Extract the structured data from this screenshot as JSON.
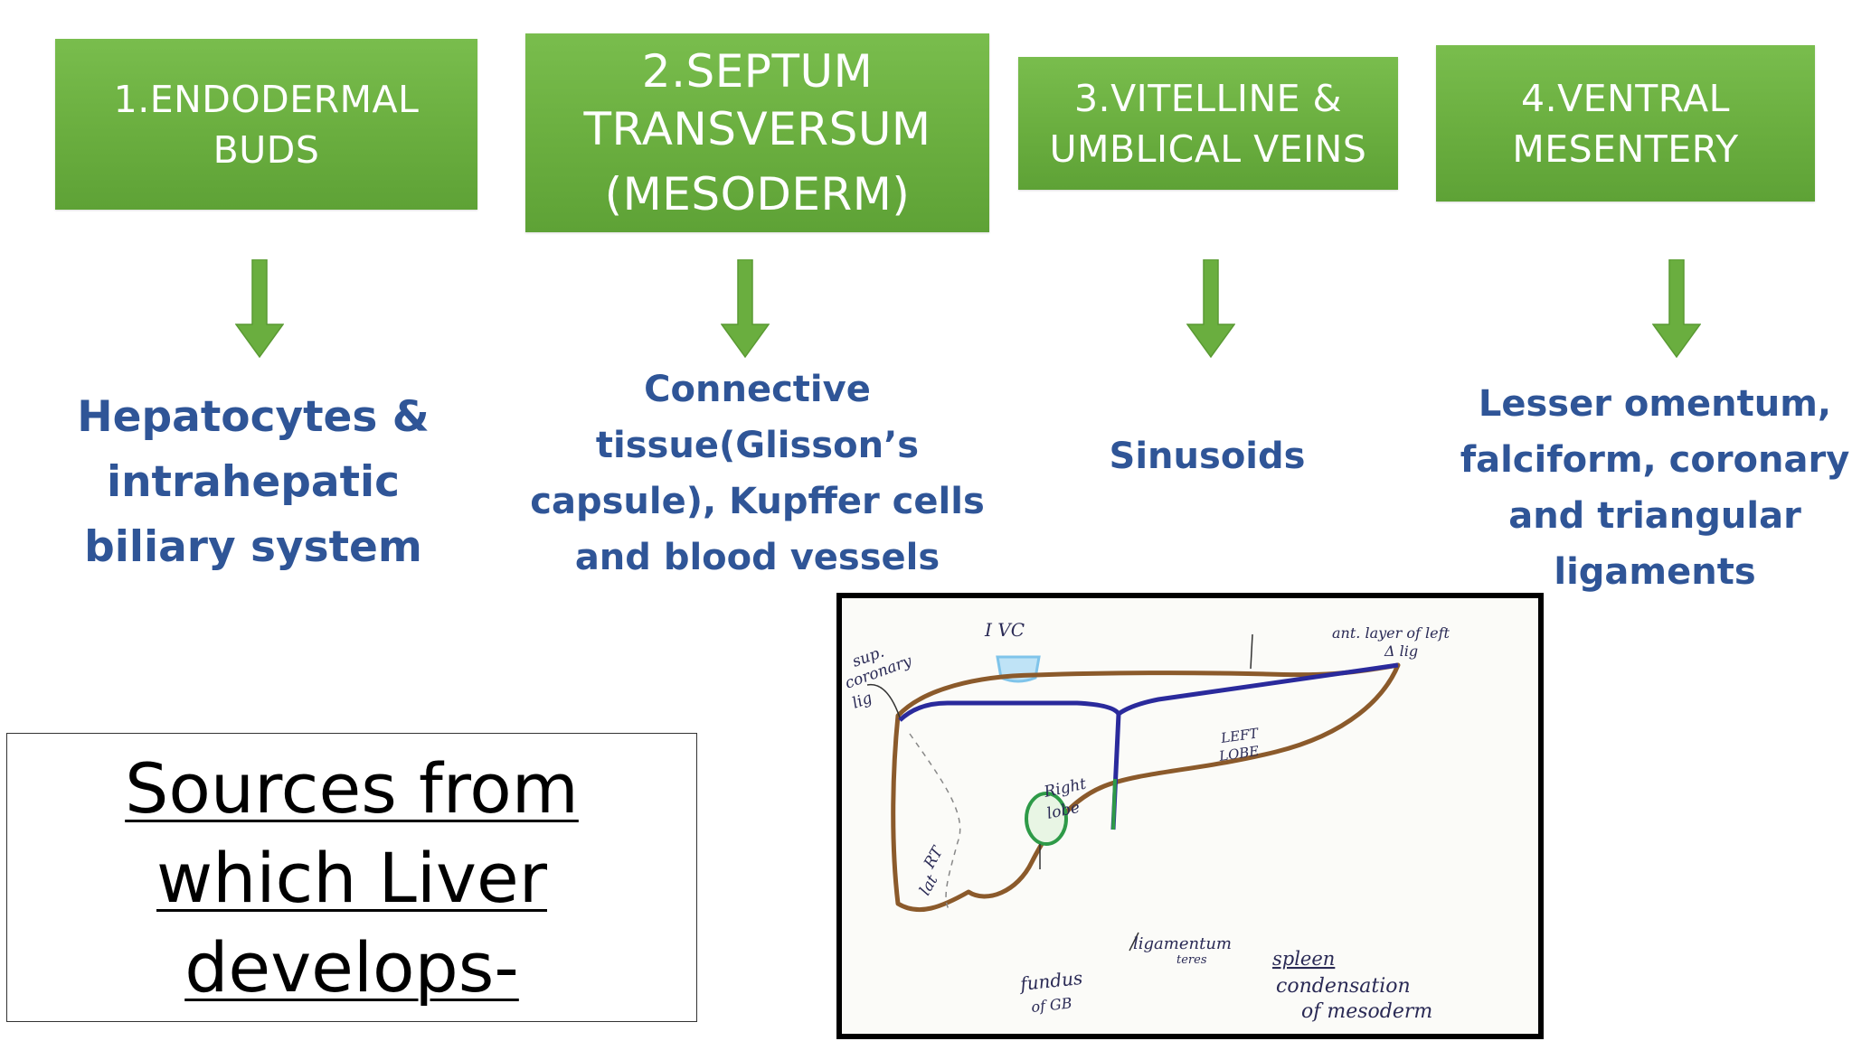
{
  "sources": [
    {
      "lines": [
        "1.ENDODERMAL",
        "BUDS"
      ],
      "result": [
        "Hepatocytes &",
        "intrahepatic",
        "biliary system"
      ]
    },
    {
      "lines": [
        "2.SEPTUM",
        "TRANSVERSUM",
        "(MESODERM)"
      ],
      "result": [
        "Connective",
        "tissue(Glisson’s",
        "capsule), Kupffer cells",
        "and blood vessels"
      ]
    },
    {
      "lines": [
        "3.VITELLINE &",
        "UMBLICAL VEINS"
      ],
      "result": [
        "Sinusoids"
      ]
    },
    {
      "lines": [
        "4.VENTRAL",
        "MESENTERY"
      ],
      "result": [
        "Lesser omentum,",
        "falciform, coronary",
        "and triangular",
        "ligaments"
      ]
    }
  ],
  "title": [
    "Sources from",
    "which Liver",
    "develops-"
  ],
  "sketch": {
    "labels": {
      "ivc": "I VC",
      "coronary": [
        "sup.",
        "coronary",
        "lig"
      ],
      "ant_layer": [
        "ant. layer of left",
        "Δ lig"
      ],
      "left_lobe": [
        "LEFT",
        "LOBE"
      ],
      "right_lobe": [
        "Right",
        "lobe"
      ],
      "rt_lat": [
        "RT",
        "lat"
      ],
      "ligamentum": [
        "ligamentum",
        "teres"
      ],
      "spleen": "spleen",
      "condensation": [
        "condensation",
        "of mesoderm"
      ],
      "fundus": [
        "fundus",
        "of GB"
      ]
    },
    "colors": {
      "outline": "#8b5a2b",
      "ligament": "#2a2a9c",
      "gallbladder": "#2e9a48",
      "ivc": "#7fc4ea"
    }
  },
  "colors": {
    "box_green": "#6aae3f",
    "result_blue": "#2f5597",
    "arrow_green": "#6aae3f"
  }
}
